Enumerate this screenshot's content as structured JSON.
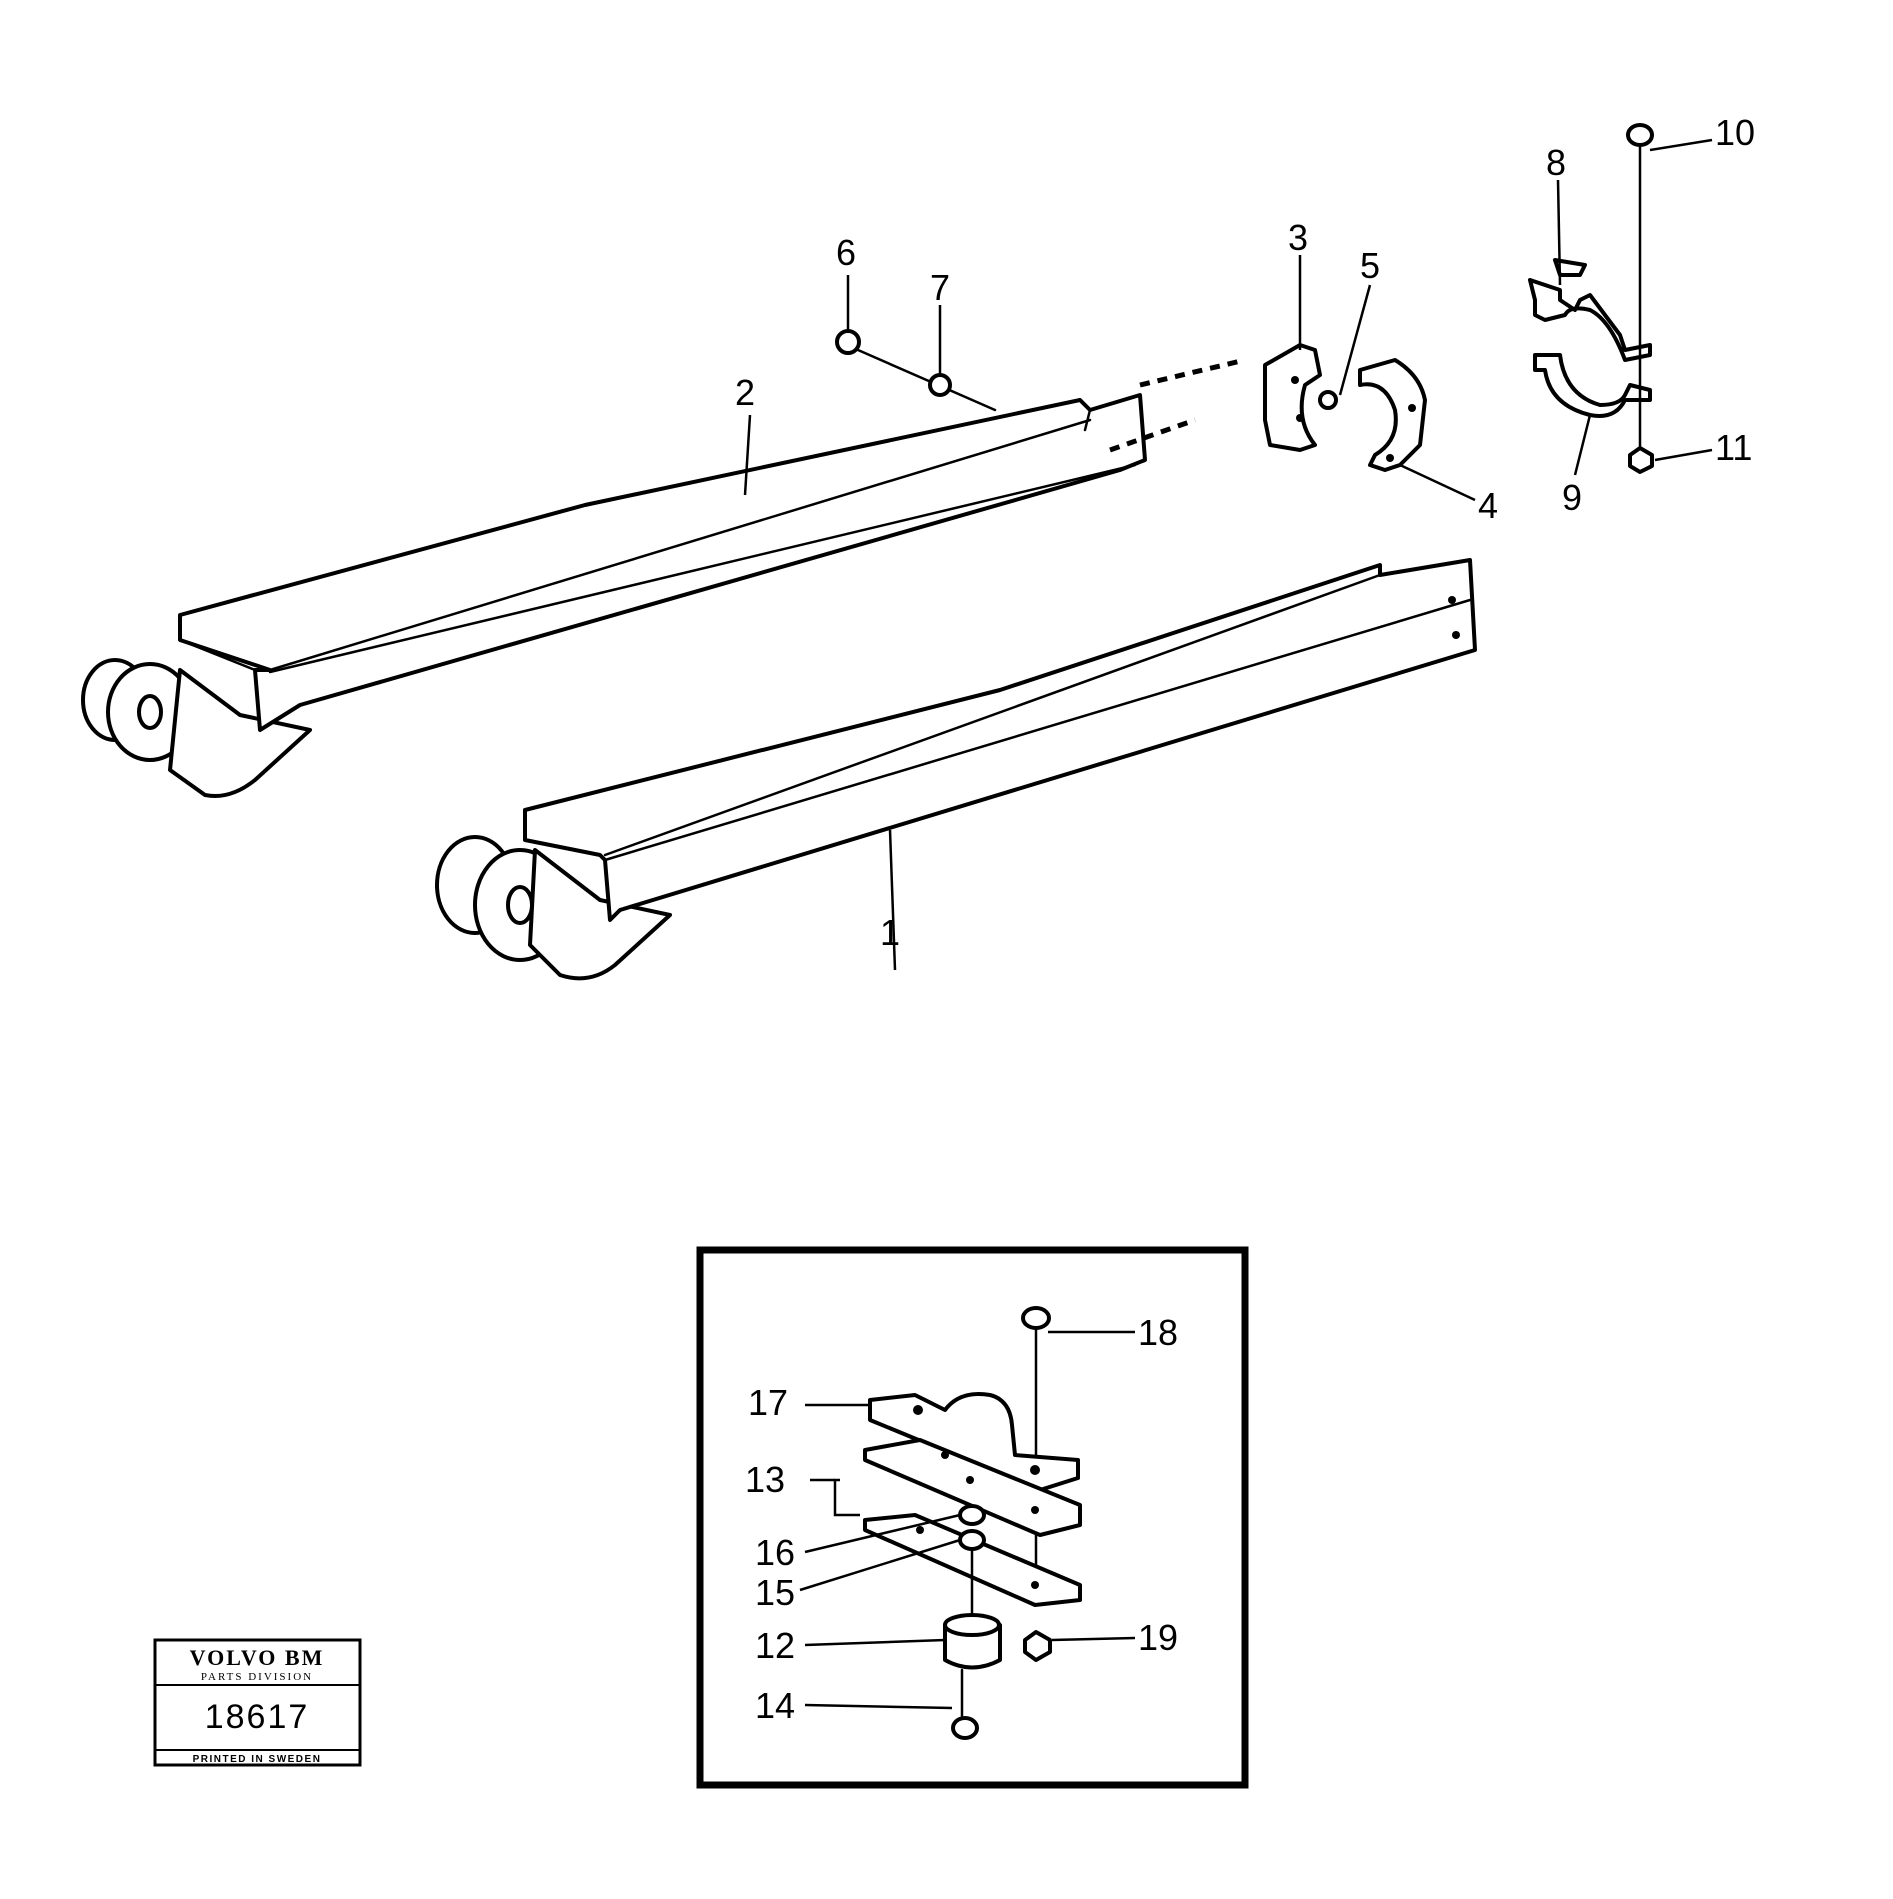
{
  "callouts": {
    "c1": "1",
    "c2": "2",
    "c3": "3",
    "c4": "4",
    "c5": "5",
    "c6": "6",
    "c7": "7",
    "c8": "8",
    "c9": "9",
    "c10": "10",
    "c11": "11",
    "c12": "12",
    "c13": "13",
    "c14": "14",
    "c15": "15",
    "c16": "16",
    "c17": "17",
    "c18": "18",
    "c19": "19"
  },
  "stamp": {
    "brand": "VOLVO BM",
    "division": "PARTS DIVISION",
    "number": "18617",
    "printed": "PRINTED IN SWEDEN"
  }
}
